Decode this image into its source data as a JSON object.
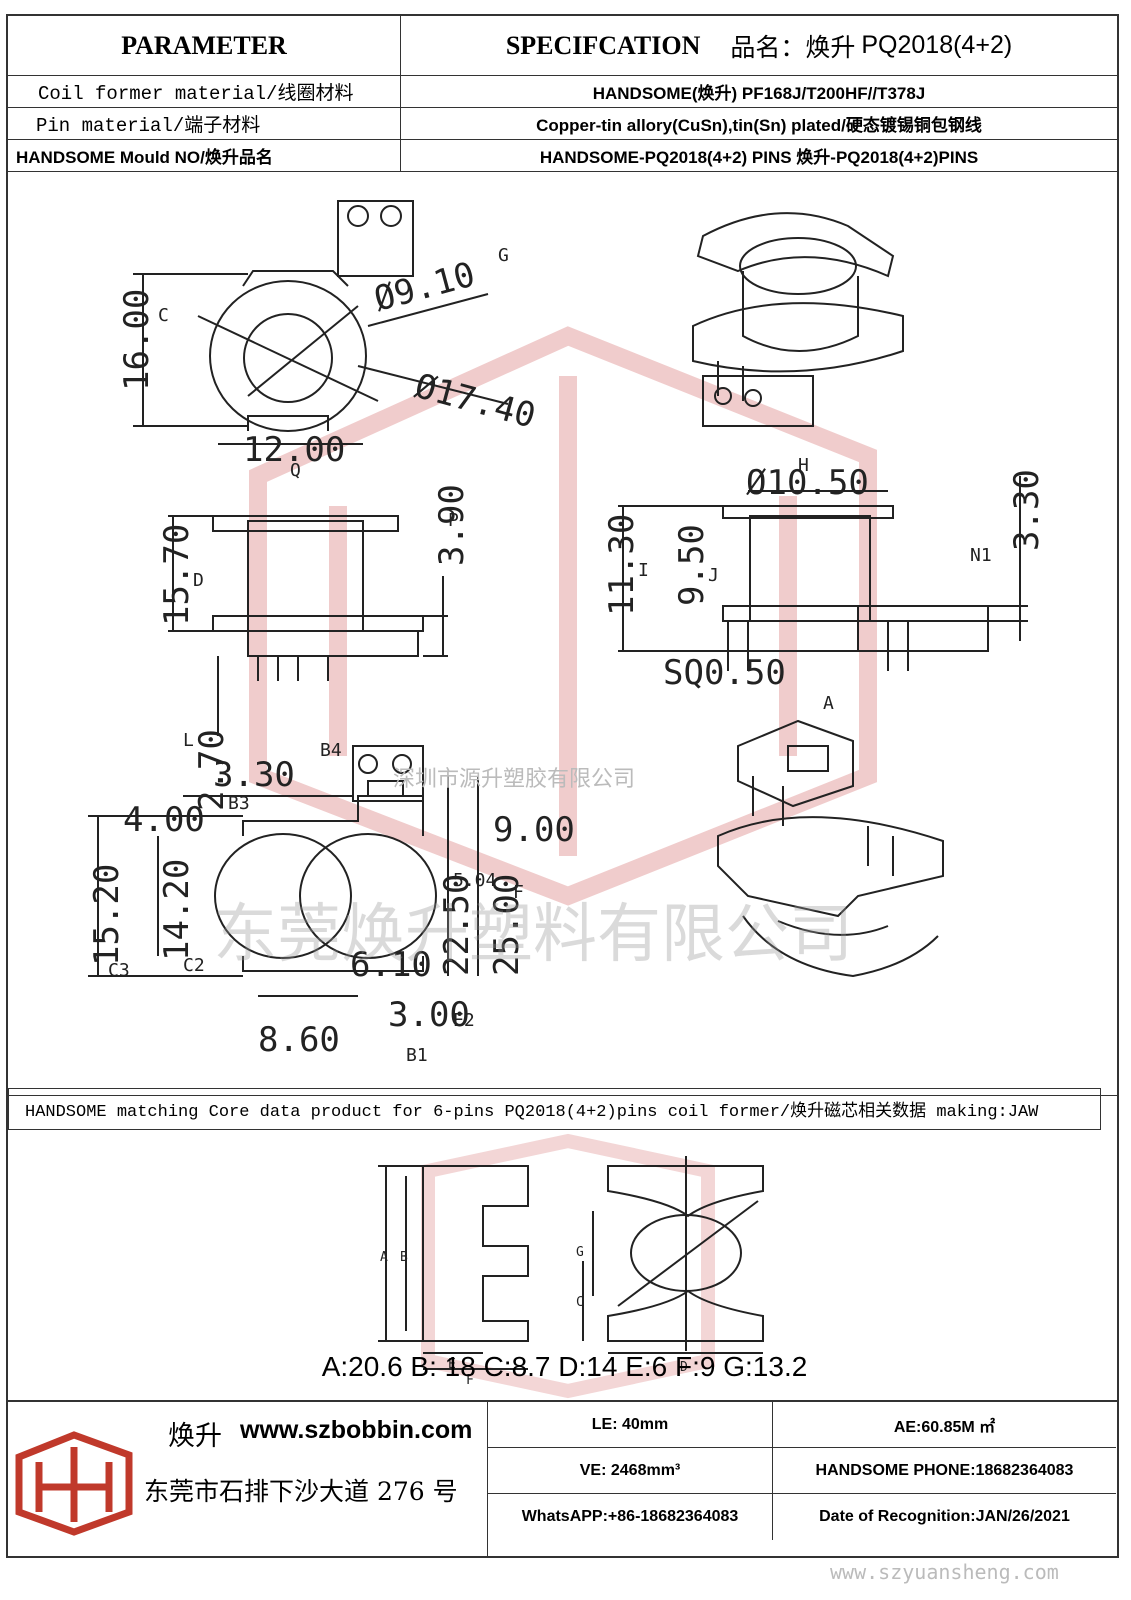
{
  "header": {
    "parameter_label": "PARAMETER",
    "spec_label": "SPECIFCATION",
    "product_name_label": "品名：焕升",
    "product_name_value": "PQ2018(4+2)"
  },
  "rows": [
    {
      "label": "Coil former material/线圈材料",
      "value": "HANDSOME(焕升)    PF168J/T200HF//T378J"
    },
    {
      "label": "Pin material/端子材料",
      "value": "Copper-tin allory(CuSn),tin(Sn) plated/硬态镀锡铜包钢线"
    },
    {
      "label": "HANDSOME Mould NO/焕升品名",
      "value": "HANDSOME-PQ2018(4+2) PINS    焕升-PQ2018(4+2)PINS"
    }
  ],
  "drawing": {
    "dims_top_view": [
      "16.00",
      "C",
      "Ø9.10",
      "G",
      "Ø17.40",
      "12.00",
      "Q"
    ],
    "dims_side_view": [
      "15.70",
      "D",
      "3.90",
      "P"
    ],
    "dims_right_side": [
      "Ø10.50",
      "H",
      "11.30",
      "I",
      "9.50",
      "J",
      "3.30",
      "N1",
      "SQ0.50",
      "A"
    ],
    "dims_bottom_view": [
      "2.70",
      "L",
      "3.30",
      "B4",
      "4.00",
      "B3",
      "9.00",
      "15.20",
      "C3",
      "14.20",
      "C2",
      "5.04",
      "F",
      "22.50",
      "25.00",
      "6.10",
      "3.00",
      "E2",
      "8.60",
      "B1"
    ],
    "watermark_cn_small": "深圳市源升塑胶有限公司",
    "watermark_cn_large": "东莞焕升塑料有限公司"
  },
  "core": {
    "title": "HANDSOME matching Core data  product for 6-pins PQ2018(4+2)pins coil former/焕升磁芯相关数据 making:JAW",
    "side_labels": [
      "A",
      "B",
      "E",
      "F"
    ],
    "front_labels": [
      "G",
      "C",
      "D"
    ],
    "values": "A:20.6 B: 18 C:8.7 D:14 E:6 F:9 G:13.2"
  },
  "footer": {
    "brand": "焕升",
    "website": "www.szbobbin.com",
    "address": "东莞市石排下沙大道 276 号",
    "le": "LE: 40mm",
    "ae": "AE:60.85M ㎡",
    "ve": "VE: 2468mm³",
    "phone": "HANDSOME PHONE:18682364083",
    "whatsapp": "WhatsAPP:+86-18682364083",
    "date": "Date of Recognition:JAN/26/2021",
    "watermark_url": "www.szyuansheng.com"
  },
  "colors": {
    "border": "#333333",
    "logo_red": "#c0392b",
    "watermark": "#e9b8b8"
  }
}
